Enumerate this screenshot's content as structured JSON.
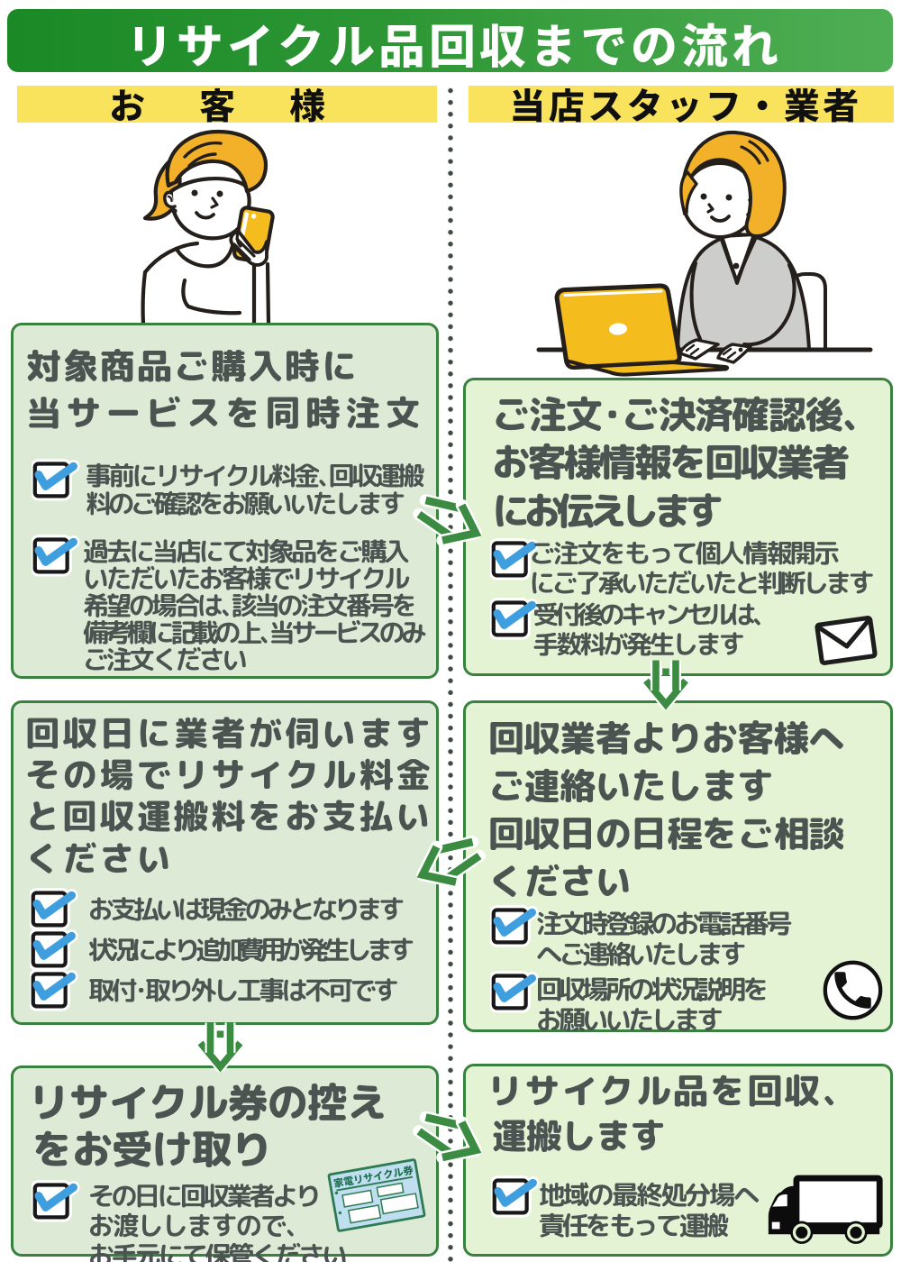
{
  "banner": {
    "title": "リサイクル品回収までの流れ"
  },
  "columns": {
    "customer": "お　客　様",
    "staff": "当店スタッフ・業者"
  },
  "boxes": {
    "customer_order": {
      "title_lines": [
        "対象商品ご購入時に",
        "当サービスを同時注文"
      ],
      "items": [
        {
          "lines": [
            "事前にリサイクル料金、回収運搬",
            "料のご確認をお願いいたします"
          ]
        },
        {
          "lines": [
            "過去に当店にて対象品をご購入",
            "いただいたお客様でリサイクル",
            "希望の場合は、該当の注文番号を",
            "備考欄に記載の上、当サービスのみ",
            "ご注文ください"
          ]
        }
      ]
    },
    "staff_confirm": {
      "title_lines": [
        "ご注文・ご決済確認後、",
        "お客様情報を回収業者",
        "にお伝えします"
      ],
      "items": [
        {
          "lines": [
            "ご注文をもって個人情報開示",
            "にご了承いただいたと判断します"
          ]
        },
        {
          "lines": [
            "受付後のキャンセルは、",
            "手数料が発生します"
          ]
        }
      ]
    },
    "customer_payment": {
      "title_lines": [
        "回収日に業者が伺います",
        "その場でリサイクル料金",
        "と回収運搬料をお支払い",
        "ください"
      ],
      "items": [
        {
          "lines": [
            "お支払いは現金のみとなります"
          ]
        },
        {
          "lines": [
            "状況により追加費用が発生します"
          ]
        },
        {
          "lines": [
            "取付・取り外し工事は不可です"
          ]
        }
      ]
    },
    "staff_contact": {
      "title_lines": [
        "回収業者よりお客様へ",
        "ご連絡いたします",
        "回収日の日程をご相談",
        "ください"
      ],
      "items": [
        {
          "lines": [
            "注文時登録のお電話番号",
            "へご連絡いたします"
          ]
        },
        {
          "lines": [
            "回収場所の状況説明を",
            "お願いいたします"
          ]
        }
      ]
    },
    "customer_ticket": {
      "title_lines": [
        "リサイクル券の控え",
        "をお受け取り"
      ],
      "items": [
        {
          "lines": [
            "その日に回収業者より",
            "お渡ししますので、",
            "お手元にて保管ください"
          ]
        }
      ]
    },
    "staff_transport": {
      "title_lines": [
        "リサイクル品を回収、",
        "運搬します"
      ],
      "items": [
        {
          "lines": [
            "地域の最終処分場へ",
            "責任をもって運搬"
          ]
        }
      ]
    }
  },
  "ticket": {
    "label": "家電リサイクル券"
  },
  "icons": {
    "envelope": "mail-envelope-icon",
    "phone": "phone-call-icon",
    "truck": "delivery-truck-icon",
    "ticket": "recycle-ticket-icon",
    "checkbox": "blue-checkmark-checkbox-icon"
  },
  "colors": {
    "banner_green_left": "#1a8926",
    "banner_green_right": "#4fae54",
    "header_yellow": "#fae35c",
    "box_border_green": "#38813f",
    "customer_box_bg": "#dcead6",
    "staff_box_bg": "#e3f3d4",
    "title_text": "#4b5450",
    "check_blue": "#3f9edd",
    "arrow_green": "#3b8c42",
    "accent_yellow_orange": "#f2b128"
  }
}
